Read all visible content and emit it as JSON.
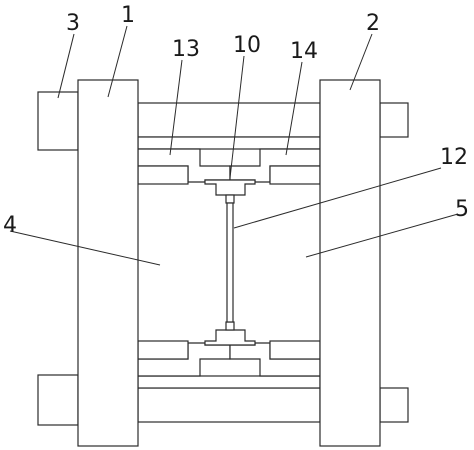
{
  "callouts": {
    "c1": "1",
    "c2": "2",
    "c3": "3",
    "c4": "4",
    "c5": "5",
    "c10": "10",
    "c12": "12",
    "c13": "13",
    "c14": "14"
  }
}
